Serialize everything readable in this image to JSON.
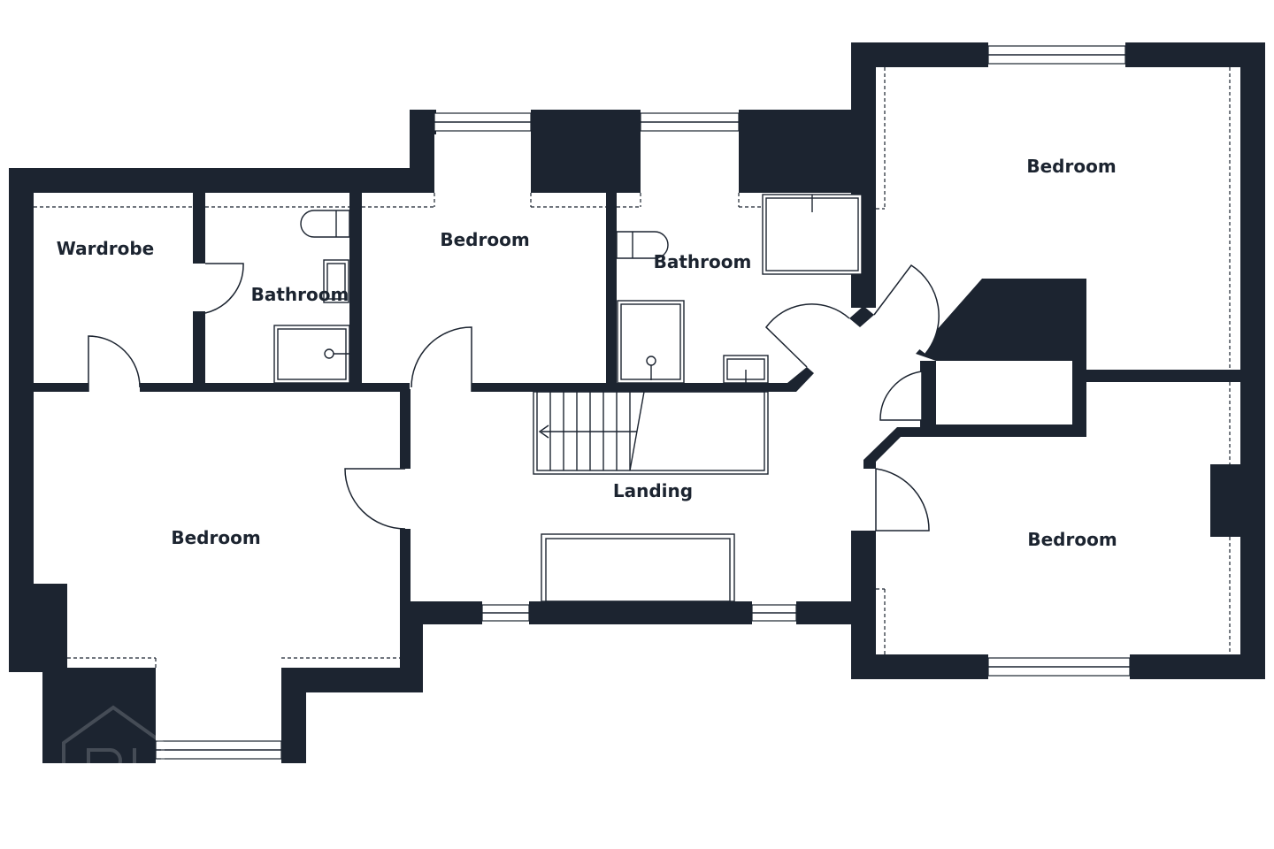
{
  "rooms": {
    "wardrobe": "Wardrobe",
    "bathroom_left": "Bathroom",
    "bedroom_top_middle": "Bedroom",
    "bathroom_middle": "Bathroom",
    "bedroom_top_right": "Bedroom",
    "landing": "Landing",
    "bedroom_left": "Bedroom",
    "bedroom_bottom_right": "Bedroom"
  },
  "colors": {
    "wall": "#1c2430",
    "background": "#ffffff"
  },
  "icons": {
    "watermark": "house-logo-icon"
  }
}
